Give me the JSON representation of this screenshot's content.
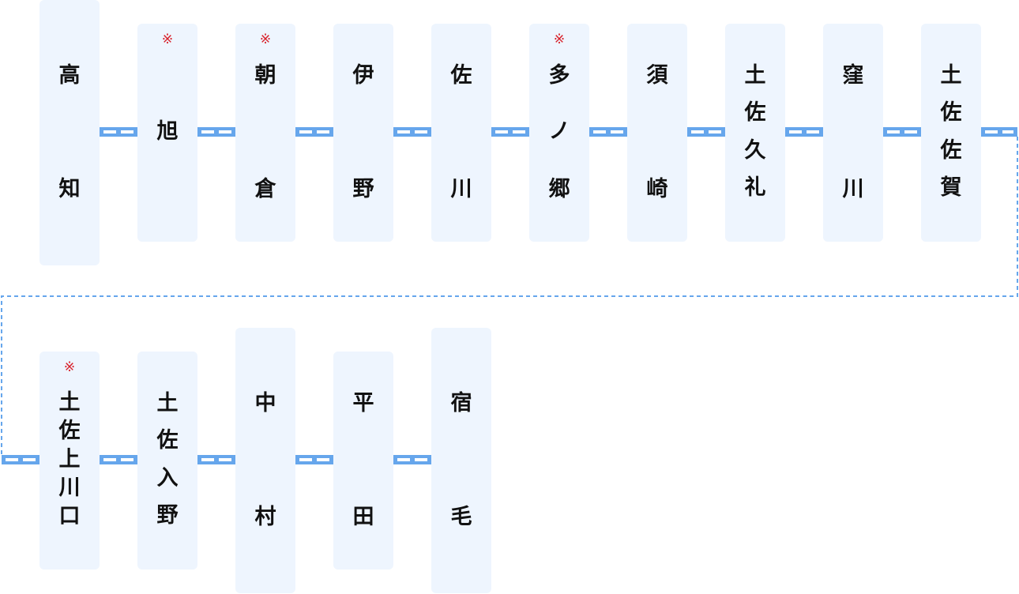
{
  "rows": [
    {
      "stations": [
        {
          "name": "高知",
          "marked": false
        },
        {
          "name": "旭",
          "marked": true
        },
        {
          "name": "朝倉",
          "marked": true
        },
        {
          "name": "伊野",
          "marked": false
        },
        {
          "name": "佐川",
          "marked": false
        },
        {
          "name": "多ノ郷",
          "marked": true
        },
        {
          "name": "須崎",
          "marked": false
        },
        {
          "name": "土佐久礼",
          "marked": false
        },
        {
          "name": "窪川",
          "marked": false
        },
        {
          "name": "土佐佐賀",
          "marked": false
        }
      ]
    },
    {
      "stations": [
        {
          "name": "土佐上川口",
          "marked": true
        },
        {
          "name": "土佐入野",
          "marked": false
        },
        {
          "name": "中村",
          "marked": false
        },
        {
          "name": "平田",
          "marked": false
        },
        {
          "name": "宿毛",
          "marked": false
        }
      ]
    }
  ],
  "mark_symbol": "※",
  "colors": {
    "station_bg": "#eef5fe",
    "line": "#66a6ec",
    "mark": "#d8202a",
    "text": "#111111"
  }
}
